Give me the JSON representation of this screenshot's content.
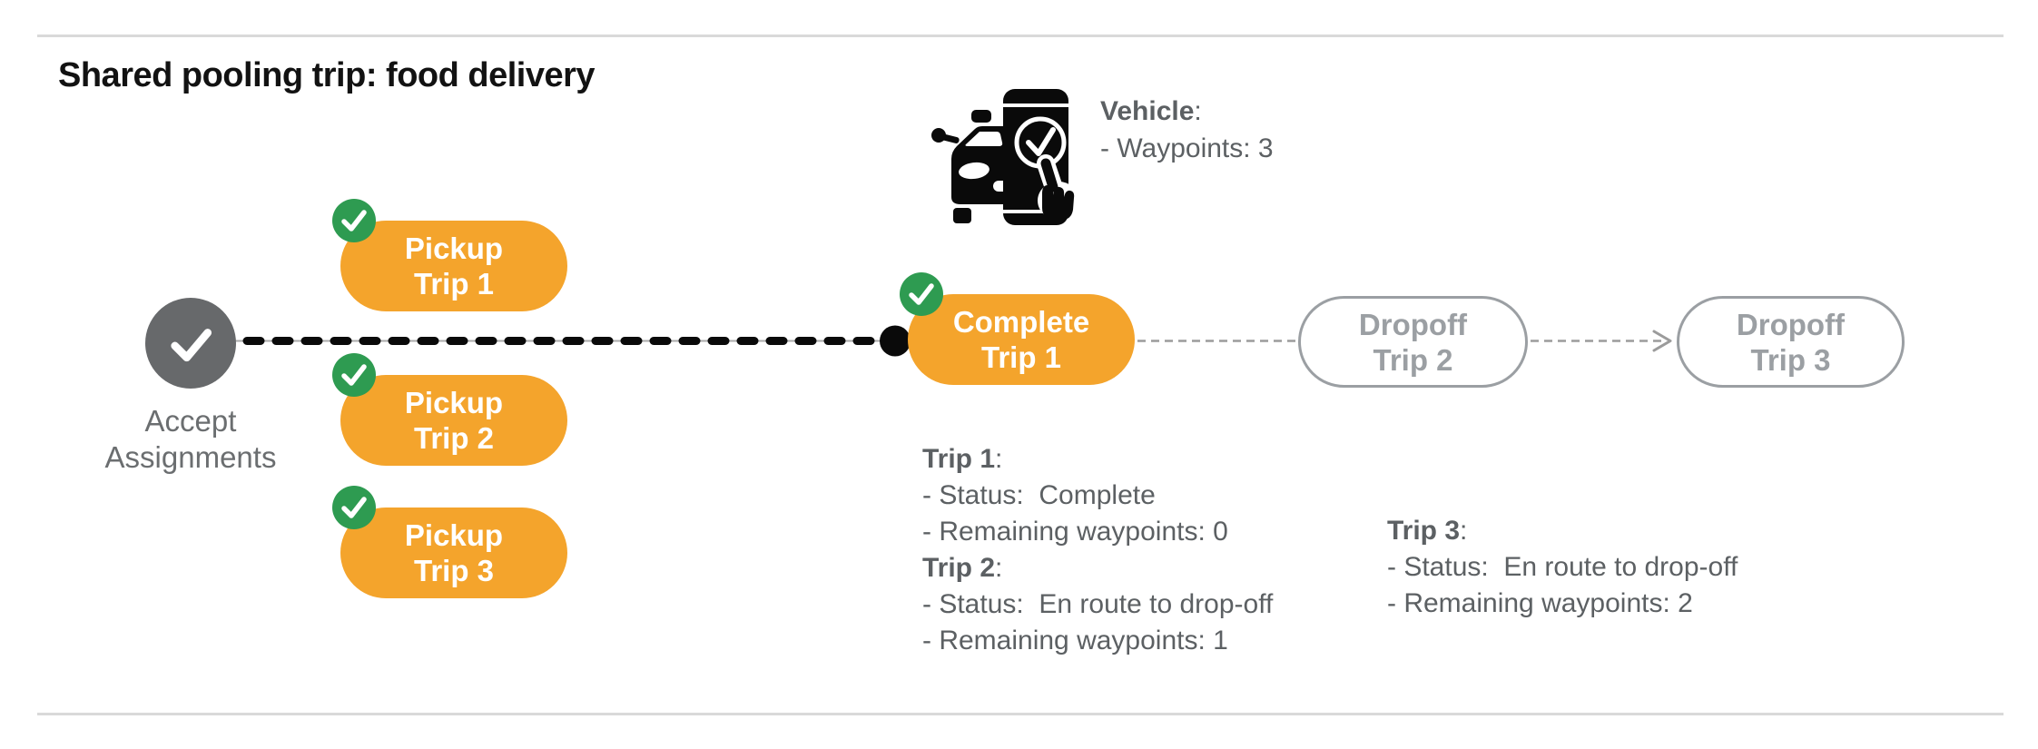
{
  "title": "Shared pooling trip: food delivery",
  "punct": {
    "colon": ":"
  },
  "vehicle": {
    "label": "Vehicle",
    "waypoints": "- Waypoints: 3",
    "icon": "car-phone-checkmark-icon"
  },
  "accept": {
    "line1": "Accept",
    "line2": "Assignments",
    "icon": "checkmark-icon"
  },
  "flow": {
    "badge_icon": "checkmark-icon",
    "pickups": [
      {
        "line1": "Pickup",
        "line2": "Trip 1"
      },
      {
        "line1": "Pickup",
        "line2": "Trip 2"
      },
      {
        "line1": "Pickup",
        "line2": "Trip 3"
      }
    ],
    "complete": {
      "line1": "Complete",
      "line2": "Trip 1"
    },
    "dropoffs": [
      {
        "line1": "Dropoff",
        "line2": "Trip 2"
      },
      {
        "line1": "Dropoff",
        "line2": "Trip 3"
      }
    ]
  },
  "status_blocks": [
    {
      "entries": [
        {
          "label": "Trip 1",
          "lines": [
            "- Status:  Complete",
            "- Remaining waypoints: 0"
          ]
        },
        {
          "label": "Trip 2",
          "lines": [
            "- Status:  En route to drop-off",
            "- Remaining waypoints: 1"
          ]
        }
      ]
    },
    {
      "entries": [
        {
          "label": "Trip 3",
          "lines": [
            "- Status:  En route to drop-off",
            "- Remaining waypoints: 2"
          ]
        }
      ]
    }
  ],
  "colors": {
    "orange": "#F4A42C",
    "green": "#2E9B51",
    "node-gray": "#67696B",
    "text-gray": "#5C6063",
    "muted-gray": "#9B9FA3",
    "rule-gray": "#D9D9D9",
    "ink": "#0A0A0A"
  }
}
